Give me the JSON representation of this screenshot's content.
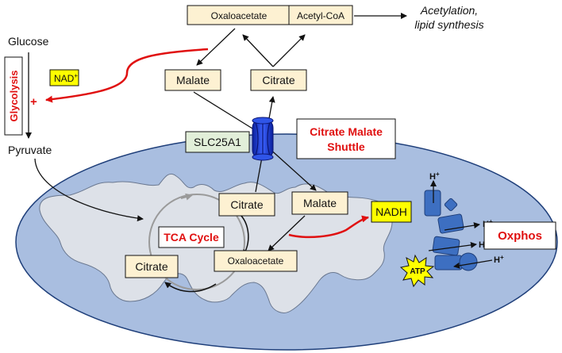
{
  "colors": {
    "cell_fill": "#a9bee0",
    "cell_stroke": "#1f3f7a",
    "mito_fill": "#dde1e8",
    "metabolite_box": "#fdf1d2",
    "slc_box": "#e2efd9",
    "highlight_yellow": "#ffff00",
    "accent_red": "#e01010",
    "transporter_blue": "#1a3ccf",
    "complex_blue": "#3d6fc1"
  },
  "labels": {
    "glucose": "Glucose",
    "glycolysis": "Glycolysis",
    "pyruvate": "Pyruvate",
    "nad": "NAD",
    "nad_sup": "+",
    "plus_sign": "+",
    "oxaloacetate_top": "Oxaloacetate",
    "acetyl_coa": "Acetyl-CoA",
    "acetylation_line1": "Acetylation,",
    "acetylation_line2": "lipid synthesis",
    "malate_top": "Malate",
    "citrate_top": "Citrate",
    "slc25a1": "SLC25A1",
    "shuttle_line1": "Citrate Malate",
    "shuttle_line2": "Shuttle",
    "citrate_mito": "Citrate",
    "malate_mito": "Malate",
    "nadh": "NADH",
    "tca_cycle": "TCA Cycle",
    "citrate_left": "Citrate",
    "oxaloacetate_mito": "Oxaloacetate",
    "oxphos": "Oxphos",
    "atp": "ATP",
    "proton": "H",
    "proton_sup": "+"
  }
}
